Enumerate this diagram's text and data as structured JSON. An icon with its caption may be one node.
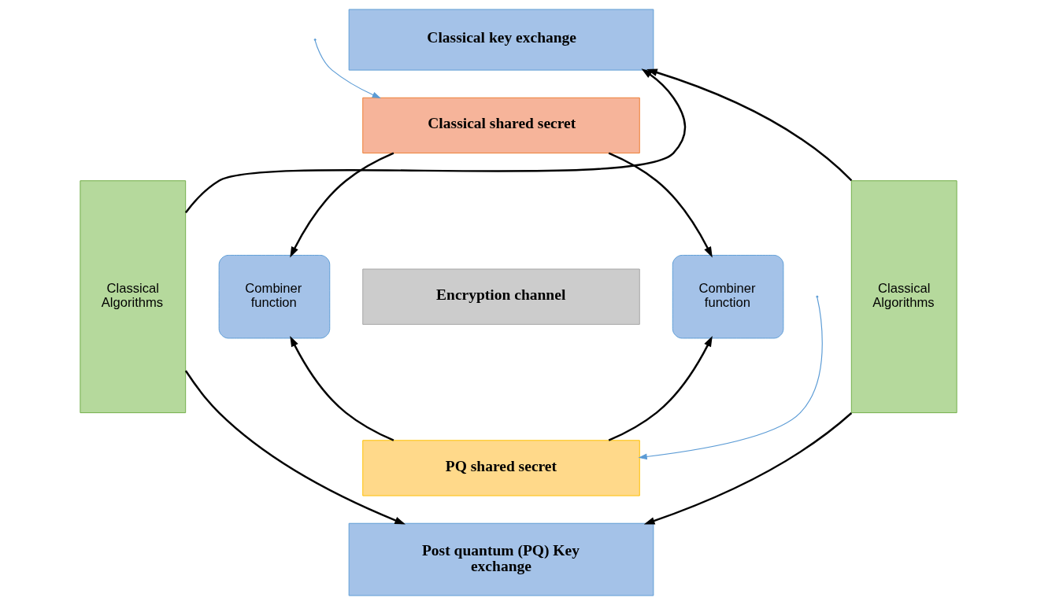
{
  "diagram": {
    "nodes": [
      {
        "text": [
          "Classical key exchange"
        ]
      },
      {
        "text": [
          "Classical Algorithms"
        ]
      },
      {
        "text": [
          "Classical shared secret"
        ]
      },
      {
        "text": [
          "Combiner function"
        ]
      },
      {
        "text": [
          "Encryption channel"
        ]
      },
      {
        "text": [
          "Combiner function"
        ]
      },
      {
        "text": [
          "Classical Algorithms"
        ]
      },
      {
        "text": [
          "PQ shared secret"
        ]
      },
      {
        "text": [
          "Post quantum (PQ) Key exchange"
        ]
      }
    ],
    "edges": [
      {
        "from": 1,
        "to": 0,
        "arrow": "to"
      },
      {
        "from": 6,
        "to": 0,
        "arrow": "to"
      },
      {
        "from": 2,
        "to": 3,
        "arrow": "to"
      },
      {
        "from": 2,
        "to": 5,
        "arrow": "to"
      },
      {
        "from": 7,
        "to": 3,
        "arrow": "to"
      },
      {
        "from": 7,
        "to": 5,
        "arrow": "to"
      },
      {
        "from": 1,
        "to": 8,
        "arrow": "to"
      },
      {
        "from": 6,
        "to": 8,
        "arrow": "to"
      },
      {
        "from": null,
        "to": 2,
        "arrow": "to",
        "color": "#5b9bd5"
      },
      {
        "from": null,
        "to": 7,
        "arrow": "to",
        "color": "#5b9bd5"
      }
    ]
  }
}
